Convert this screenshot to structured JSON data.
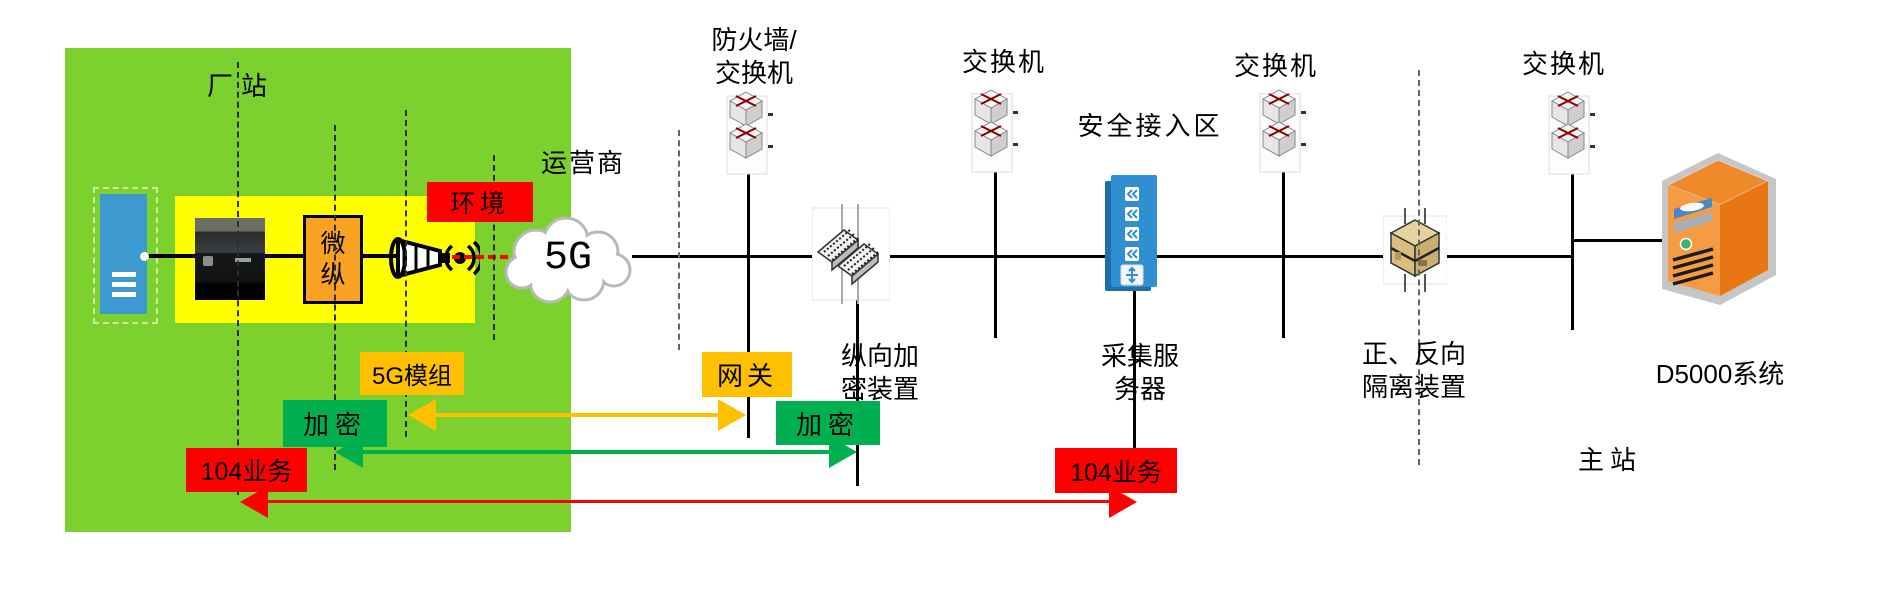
{
  "zones": {
    "plant": {
      "label": "厂站"
    },
    "operator": {
      "label": "运营商"
    },
    "secure_access": {
      "label": "安全接入区"
    },
    "master": {
      "label": "主站"
    }
  },
  "badges": {
    "environment": "环境"
  },
  "cloud": {
    "label": "5G"
  },
  "plant_devices": {
    "module_box_label": "微纵"
  },
  "devices": {
    "firewall_switch": {
      "label_line1": "防火墙/",
      "label_line2": "交换机"
    },
    "vpn_device": {
      "label_line1": "纵向加",
      "label_line2": "密装置"
    },
    "switch_2": {
      "label": "交换机"
    },
    "collector_server": {
      "label_line1": "采集服",
      "label_line2": "务器"
    },
    "switch_3": {
      "label": "交换机"
    },
    "isolation_device": {
      "label_line1": "正、反向",
      "label_line2": "隔离装置"
    },
    "switch_4": {
      "label": "交换机"
    },
    "d5000": {
      "label": "D5000系统"
    }
  },
  "flows": {
    "module_tunnel": {
      "left_label": "5G模组",
      "right_label": "网关",
      "color": "#FFC000"
    },
    "encryption_tunnel": {
      "left_label": "加密",
      "right_label": "加密",
      "color": "#00B050"
    },
    "iec104": {
      "left_label": "104业务",
      "right_label": "104业务",
      "color": "#FF0000"
    }
  },
  "colors": {
    "plant_zone_green": "#7DD12E",
    "inner_zone_yellow": "#FFFF00",
    "label_orange": "#FFC000",
    "label_green": "#00B050",
    "label_red": "#FF0000",
    "collector_blue": "#2F8FD0",
    "d5000_orange": "#ED7D31"
  }
}
